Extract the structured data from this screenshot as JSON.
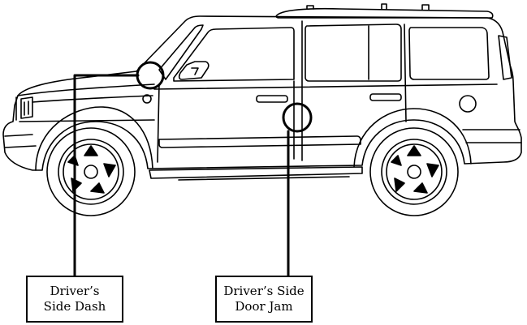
{
  "callouts": {
    "dash": {
      "line1": "Driver’s",
      "line2": "Side Dash"
    },
    "door": {
      "line1": "Driver’s Side",
      "line2": "Door Jam"
    }
  },
  "colors": {
    "ink": "#000000",
    "background": "#ffffff"
  },
  "subject": "suv-side-profile"
}
